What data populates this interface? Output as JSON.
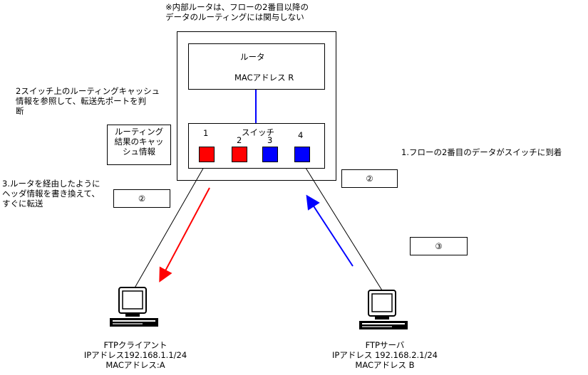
{
  "note_top": [
    "※内部ルータは、フローの2番目以降の",
    "データのルーティングには関与しない"
  ],
  "router": {
    "title": "ルータ",
    "mac": "MACアドレス R"
  },
  "switch": {
    "title": "スイッチ",
    "ports": [
      {
        "label": "1",
        "color": "#ff0000"
      },
      {
        "label": "2",
        "color": "#ff0000"
      },
      {
        "label": "3",
        "color": "#0000ff"
      },
      {
        "label": "4",
        "color": "#0000ff"
      }
    ]
  },
  "cache_box": [
    "ルーティング",
    "結果のキャッ",
    "シュ情報"
  ],
  "step1": "1.フローの2番目のデータがスイッチに到着",
  "step2": [
    "2スイッチ上のルーティングキャッシュ",
    "情報を参照して、転送先ポートを判",
    "断"
  ],
  "step3": [
    "3.ルータを経由したように",
    "ヘッダ情報を書き換えて、",
    "すぐに転送"
  ],
  "packet_labels": {
    "left": "②",
    "right_top": "②",
    "right_bottom": "③"
  },
  "colors": {
    "forward_arrow": "#ff0000",
    "incoming_arrow": "#0000ff",
    "router_link": "#0000ff"
  },
  "client": {
    "name": "FTPクライアント",
    "ip": "IPアドレス192.168.1.1/24",
    "mac": "MACアドレス:A"
  },
  "server": {
    "name": "FTPサーバ",
    "ip": "IPアドレス 192.168.2.1/24",
    "mac": "MACアドレス B"
  }
}
